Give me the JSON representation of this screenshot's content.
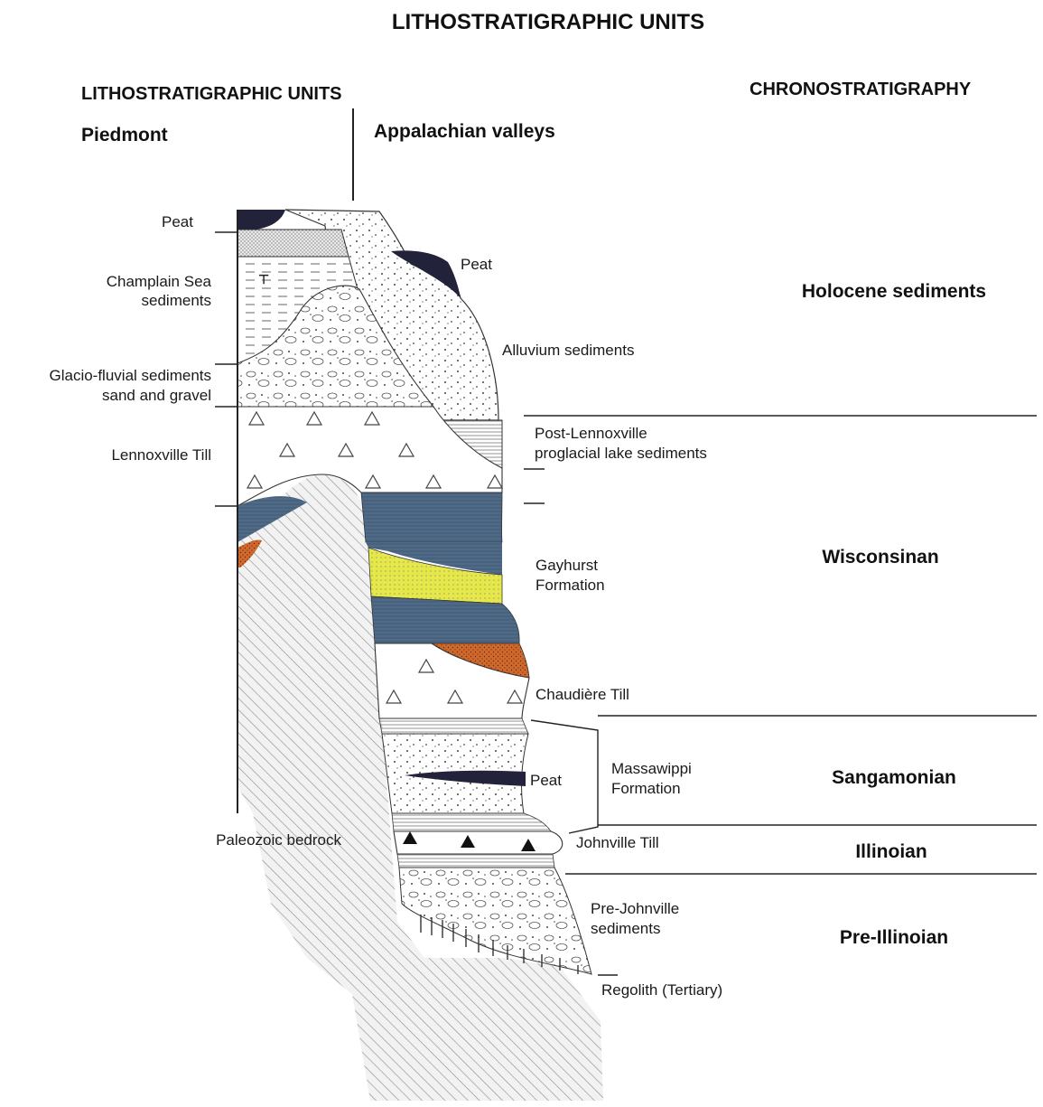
{
  "title": "LITHOSTRATIGRAPHIC UNITS",
  "headers": {
    "litho": "LITHOSTRATIGRAPHIC UNITS",
    "chrono": "CHRONOSTRATIGRAPHY",
    "piedmont": "Piedmont",
    "appalachian": "Appalachian valleys"
  },
  "left_labels": {
    "peat": "Peat",
    "champlain_1": "Champlain Sea",
    "champlain_2": "sediments",
    "glacio_1": "Glacio-fluvial sediments",
    "glacio_2": "sand and gravel",
    "lennoxville": "Lennoxville Till",
    "paleozoic": "Paleozoic bedrock"
  },
  "right_labels": {
    "peat_top": "Peat",
    "alluvium": "Alluvium sediments",
    "post_lenn_1": "Post-Lennoxville",
    "post_lenn_2": "proglacial lake sediments",
    "gayhurst_1": "Gayhurst",
    "gayhurst_2": "Formation",
    "chaudiere": "Chaudière Till",
    "peat_mid": "Peat",
    "massawippi_1": "Massawippi",
    "massawippi_2": "Formation",
    "johnville": "Johnville Till",
    "prejohn_1": "Pre-Johnville",
    "prejohn_2": "sediments",
    "regolith": "Regolith (Tertiary)"
  },
  "chrono_labels": {
    "holocene": "Holocene sediments",
    "wisconsinan": "Wisconsinan",
    "sangamonian": "Sangamonian",
    "illinoian": "Illinoian",
    "preillinoian": "Pre-Illinoian"
  },
  "colors": {
    "peat": "#22223a",
    "blue_layer": "#4f6a86",
    "yellow_layer": "#e6e84a",
    "orange_layer": "#d2692c",
    "bedrock_hatch": "#8a8a8a",
    "line": "#222222"
  }
}
